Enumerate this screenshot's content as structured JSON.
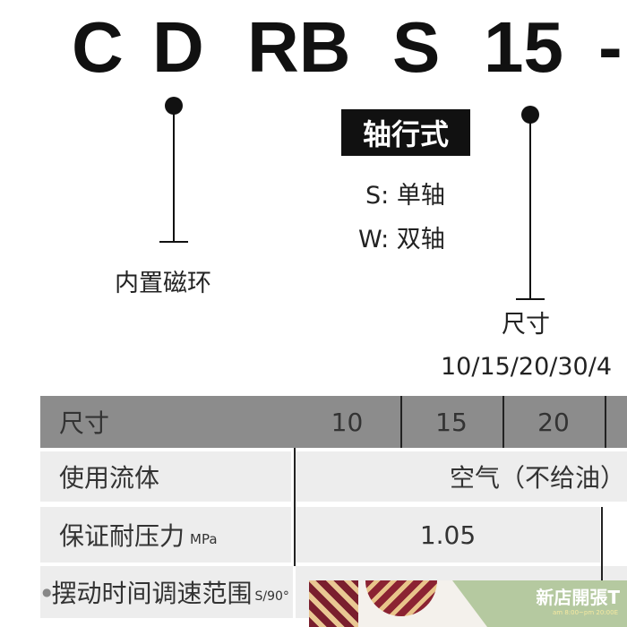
{
  "model_code": [
    "C",
    "D",
    "RB",
    "S",
    "15",
    "-"
  ],
  "labels": {
    "magnet": "内置磁环",
    "shaft_type": "轴行式",
    "single": "S: 单轴",
    "double": "W: 双轴",
    "size": "尺寸",
    "sizes": "10/15/20/30/4"
  },
  "table": {
    "header": [
      "尺寸",
      "10",
      "15",
      "20"
    ],
    "rows": [
      {
        "label": "使用流体",
        "value": "空气（不给油）"
      },
      {
        "label": "保证耐压力",
        "unit": "MPa",
        "value": "1.05"
      },
      {
        "label": "摆动时间调速范围",
        "unit": "S/90°",
        "value": ""
      }
    ]
  },
  "ad": {
    "title": "新店開張T",
    "subtitle": "am 8:00~pm 20:00E",
    "color": "#b5c9a0"
  }
}
